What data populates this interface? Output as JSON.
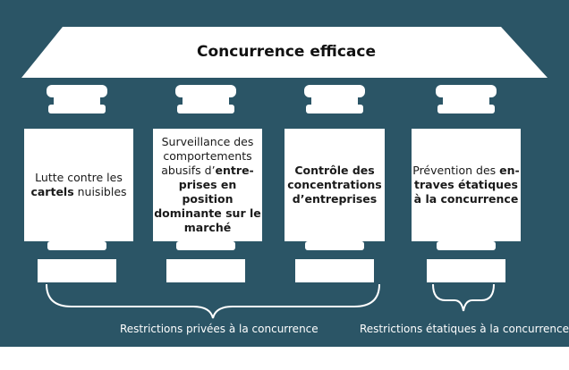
{
  "roof": {
    "title": "Concurrence efficace"
  },
  "pillars": [
    {
      "segments": [
        [
          {
            "text": "Lutte contre les",
            "bold": false
          }
        ],
        [
          {
            "text": "cartels",
            "bold": true
          },
          {
            "text": " nuisibles",
            "bold": false
          }
        ]
      ]
    },
    {
      "segments": [
        [
          {
            "text": "Surveillance des",
            "bold": false
          }
        ],
        [
          {
            "text": "comportements",
            "bold": false
          }
        ],
        [
          {
            "text": "abusifs d’",
            "bold": false
          },
          {
            "text": "entre-",
            "bold": true
          }
        ],
        [
          {
            "text": "prises en position",
            "bold": true
          }
        ],
        [
          {
            "text": "dominante sur le",
            "bold": true
          }
        ],
        [
          {
            "text": "marché",
            "bold": true
          }
        ]
      ]
    },
    {
      "segments": [
        [
          {
            "text": "Contrôle des",
            "bold": true
          }
        ],
        [
          {
            "text": "concentrations",
            "bold": true
          }
        ],
        [
          {
            "text": "d’entreprises",
            "bold": true
          }
        ]
      ]
    },
    {
      "segments": [
        [
          {
            "text": "Prévention des ",
            "bold": false
          },
          {
            "text": "en-",
            "bold": true
          }
        ],
        [
          {
            "text": "traves étatiques",
            "bold": true
          }
        ],
        [
          {
            "text": "à la concurrence",
            "bold": true
          }
        ]
      ]
    }
  ],
  "brackets": {
    "private_label": "Restrictions privées à la concurrence",
    "state_label": "Restrictions étatiques à la concurrence"
  },
  "colors": {
    "background": "#2b5566",
    "pillar_fill": "#ffffff",
    "text": "#1a1a1a",
    "label_text": "#ffffff"
  }
}
